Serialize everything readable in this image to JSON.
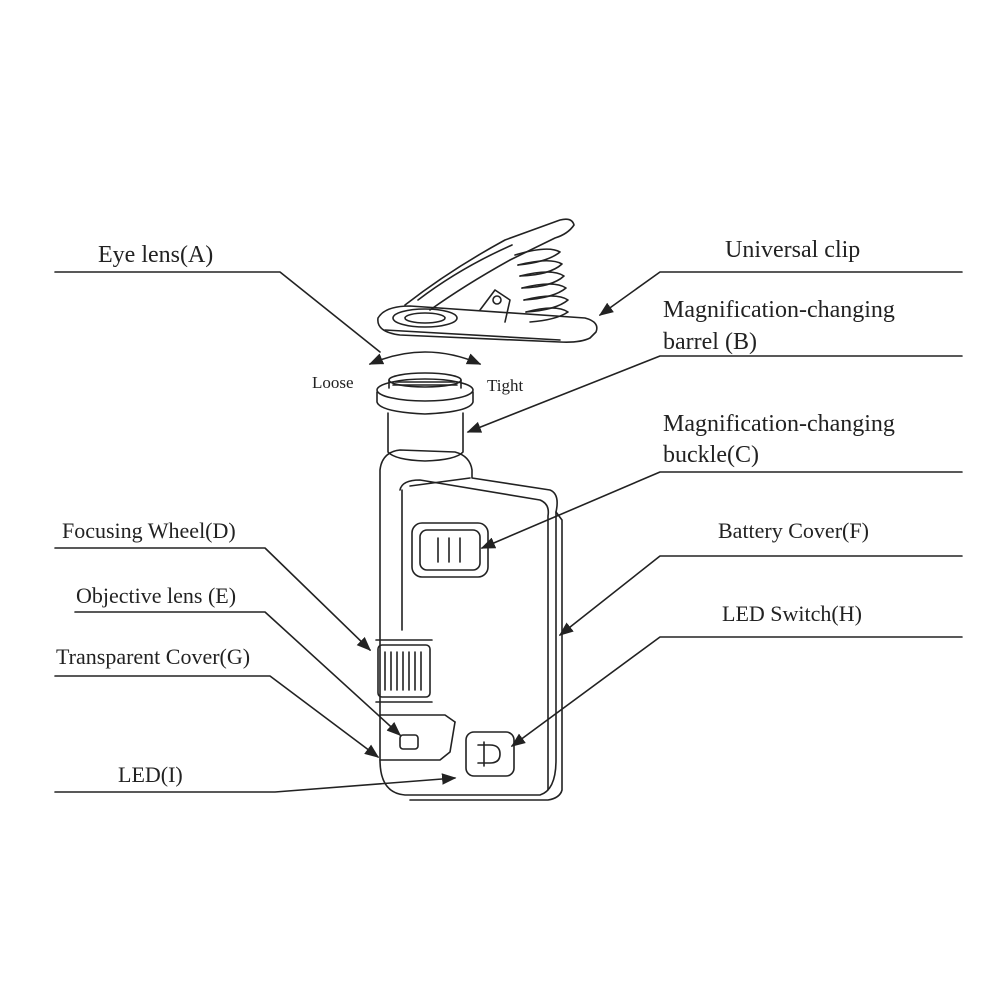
{
  "labels": {
    "eye_lens": "Eye lens(A)",
    "universal_clip": "Universal clip",
    "barrel_line1": "Magnification-changing",
    "barrel_line2": "barrel (B)",
    "buckle_line1": "Magnification-changing",
    "buckle_line2": "buckle(C)",
    "focusing_wheel": "Focusing Wheel(D)",
    "battery_cover": "Battery Cover(F)",
    "objective_lens": "Objective lens (E)",
    "led_switch": "LED Switch(H)",
    "transparent_cover": "Transparent Cover(G)",
    "led": "LED(I)",
    "loose": "Loose",
    "tight": "Tight"
  },
  "colors": {
    "ink": "#222222",
    "background": "#ffffff"
  }
}
